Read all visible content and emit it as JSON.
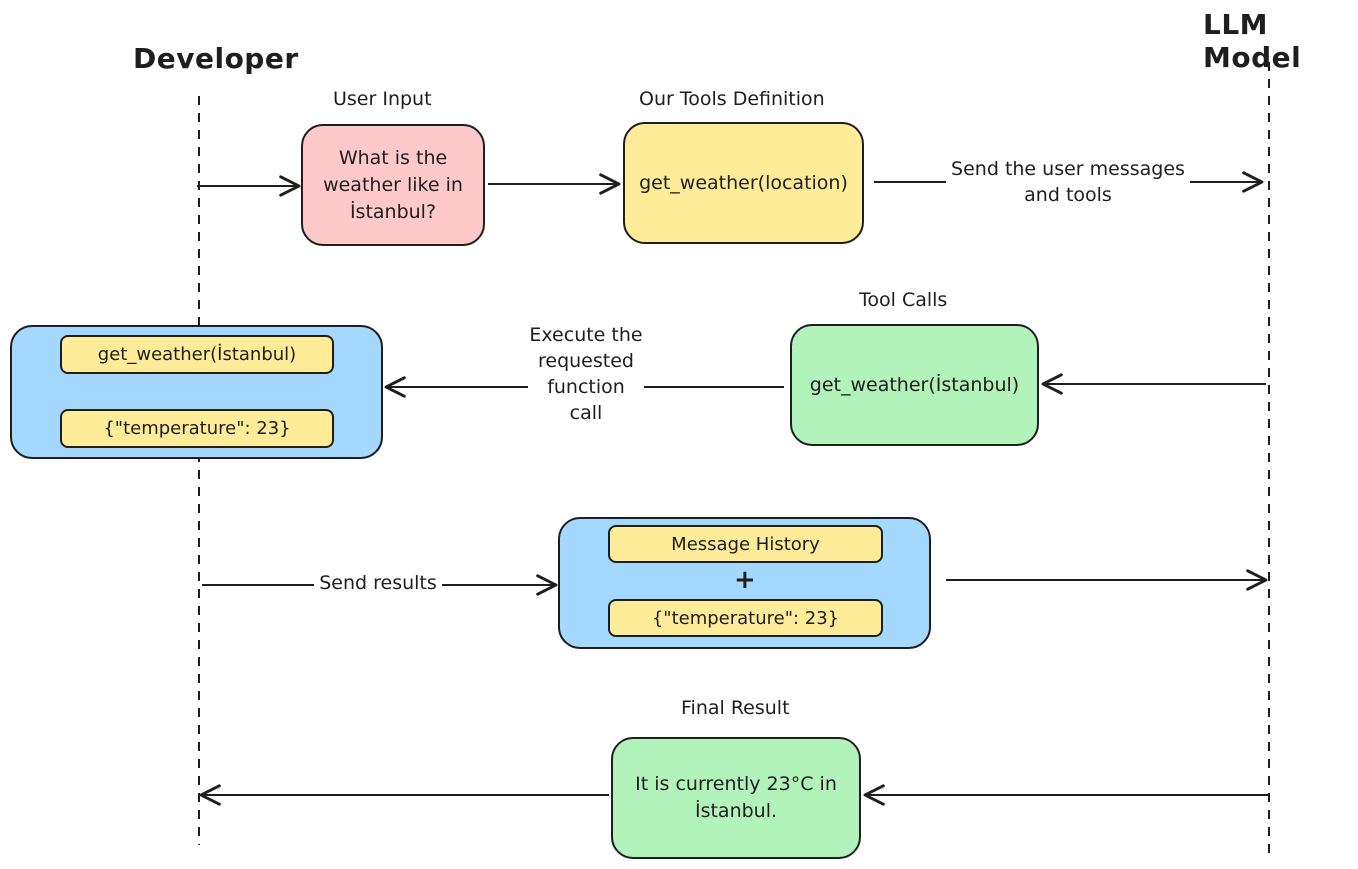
{
  "actors": {
    "developer": "Developer",
    "llm_model": "LLM Model"
  },
  "user_input": {
    "title": "User Input",
    "text": "What is the weather like in İstanbul?"
  },
  "tools_definition": {
    "title": "Our Tools Definition",
    "text": "get_weather(location)"
  },
  "send_messages_label": "Send the user messages and tools",
  "tool_calls": {
    "title": "Tool Calls",
    "text": "get_weather(İstanbul)"
  },
  "execute_label": "Execute the requested function call",
  "execution": {
    "call": "get_weather(İstanbul)",
    "result": "{\"temperature\": 23}"
  },
  "send_results_label": "Send results",
  "message_bundle": {
    "history": "Message History",
    "plus": "+",
    "result": "{\"temperature\": 23}"
  },
  "final_result": {
    "title": "Final Result",
    "text": "It is currently 23°C in İstanbul."
  },
  "colors": {
    "yellow": "#ffec99",
    "pink": "#ffc9c9",
    "green": "#b2f2bb",
    "blue": "#a5d8ff",
    "stroke": "#1e1e1e"
  }
}
